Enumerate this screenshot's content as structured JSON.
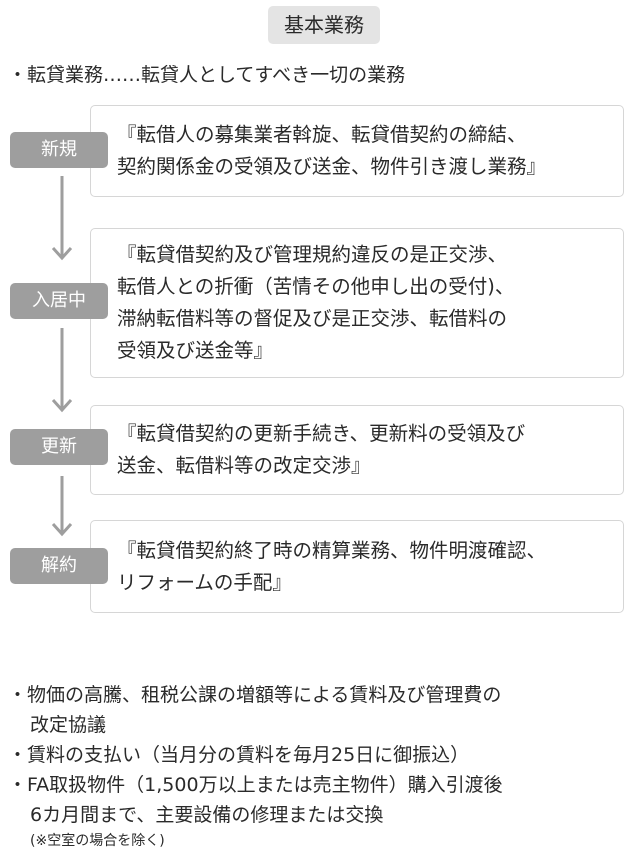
{
  "title": "基本業務",
  "lead": "・転貸業務……転貸人としてすべき一切の業務",
  "stages": [
    {
      "label": "新規",
      "lines": [
        "『転借人の募集業者斡旋、転貸借契約の締結、",
        "契約関係金の受領及び送金、物件引き渡し業務』"
      ]
    },
    {
      "label": "入居中",
      "lines": [
        "『転貸借契約及び管理規約違反の是正交渉、",
        "転借人との折衝（苦情その他申し出の受付)、",
        "滞納転借料等の督促及び是正交渉、転借料の",
        "受領及び送金等』"
      ]
    },
    {
      "label": "更新",
      "lines": [
        "『転貸借契約の更新手続き、更新料の受領及び",
        "送金、転借料等の改定交渉』"
      ]
    },
    {
      "label": "解約",
      "lines": [
        "『転貸借契約終了時の精算業務、物件明渡確認、",
        "リフォームの手配』"
      ]
    }
  ],
  "bullets": [
    "・物価の高騰、租税公課の増額等による賃料及び管理費の",
    "改定協議",
    "・賃料の支払い（当月分の賃料を毎月25日に御振込）",
    "・FA取扱物件（1,500万以上または売主物件）購入引渡後",
    "6カ月間まで、主要設備の修理または交換",
    "(※空室の場合を除く)"
  ]
}
